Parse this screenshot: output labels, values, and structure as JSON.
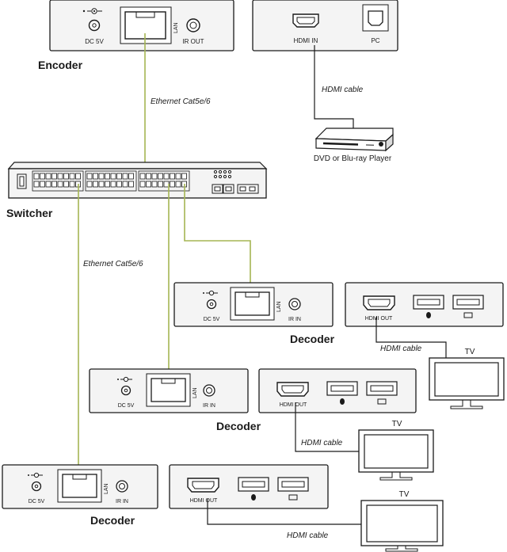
{
  "encoder": {
    "title": "Encoder",
    "dc_label": "DC 5V",
    "lan_label": "LAN",
    "ir_label": "IR OUT",
    "hdmi_label": "HDMI IN",
    "pc_label": "PC"
  },
  "source": {
    "label": "DVD or Blu-ray Player"
  },
  "switcher": {
    "title": "Switcher"
  },
  "cables": {
    "ethernet_1": "Ethernet Cat5e/6",
    "ethernet_2": "Ethernet Cat5e/6",
    "hdmi_source": "HDMI cable",
    "hdmi_tv_1": "HDMI cable",
    "hdmi_tv_2": "HDMI cable",
    "hdmi_tv_3": "HDMI cable"
  },
  "decoders": [
    {
      "title": "Decoder",
      "dc_label": "DC 5V",
      "lan_label": "LAN",
      "ir_label": "IR IN",
      "hdmi_label": "HDMI OUT",
      "tv_label": "TV"
    },
    {
      "title": "Decoder",
      "dc_label": "DC 5V",
      "lan_label": "LAN",
      "ir_label": "IR IN",
      "hdmi_label": "HDMI OUT",
      "tv_label": "TV"
    },
    {
      "title": "Decoder",
      "dc_label": "DC 5V",
      "lan_label": "LAN",
      "ir_label": "IR IN",
      "hdmi_label": "HDMI OUT",
      "tv_label": "TV"
    }
  ],
  "colors": {
    "ethernet_cable": "#a5b653",
    "hdmi_cable": "#1a1a1a",
    "device_fill": "#f4f4f4"
  }
}
